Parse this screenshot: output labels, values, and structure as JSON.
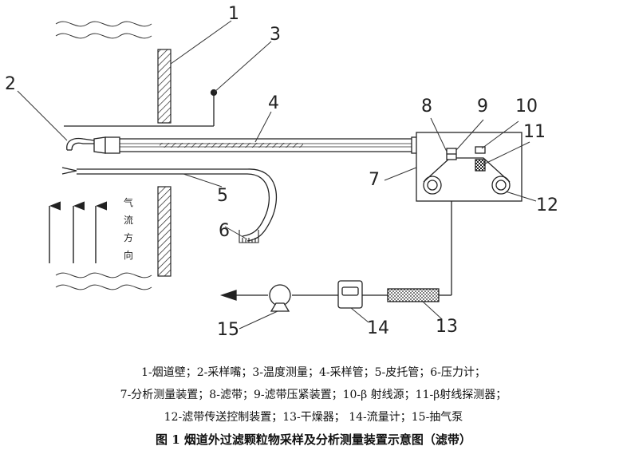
{
  "diagram": {
    "labels": [
      "1",
      "2",
      "3",
      "4",
      "5",
      "6",
      "7",
      "8",
      "9",
      "10",
      "11",
      "12",
      "13",
      "14",
      "15"
    ],
    "airflow_text": [
      "气",
      "流",
      "方",
      "向"
    ]
  },
  "legend": {
    "line1": "1-烟道壁；2-采样嘴；3-温度测量；4-采样管；5-皮托管；6-压力计；",
    "line2": "7-分析测量装置；8-滤带；9-滤带压紧装置；10-β 射线源；11-β射线探测器；",
    "line3": "12-滤带传送控制装置；13-干燥器；   14-流量计；15-抽气泵",
    "title": "图 1 烟道外过滤颗粒物采样及分析测量装置示意图（滤带）"
  }
}
